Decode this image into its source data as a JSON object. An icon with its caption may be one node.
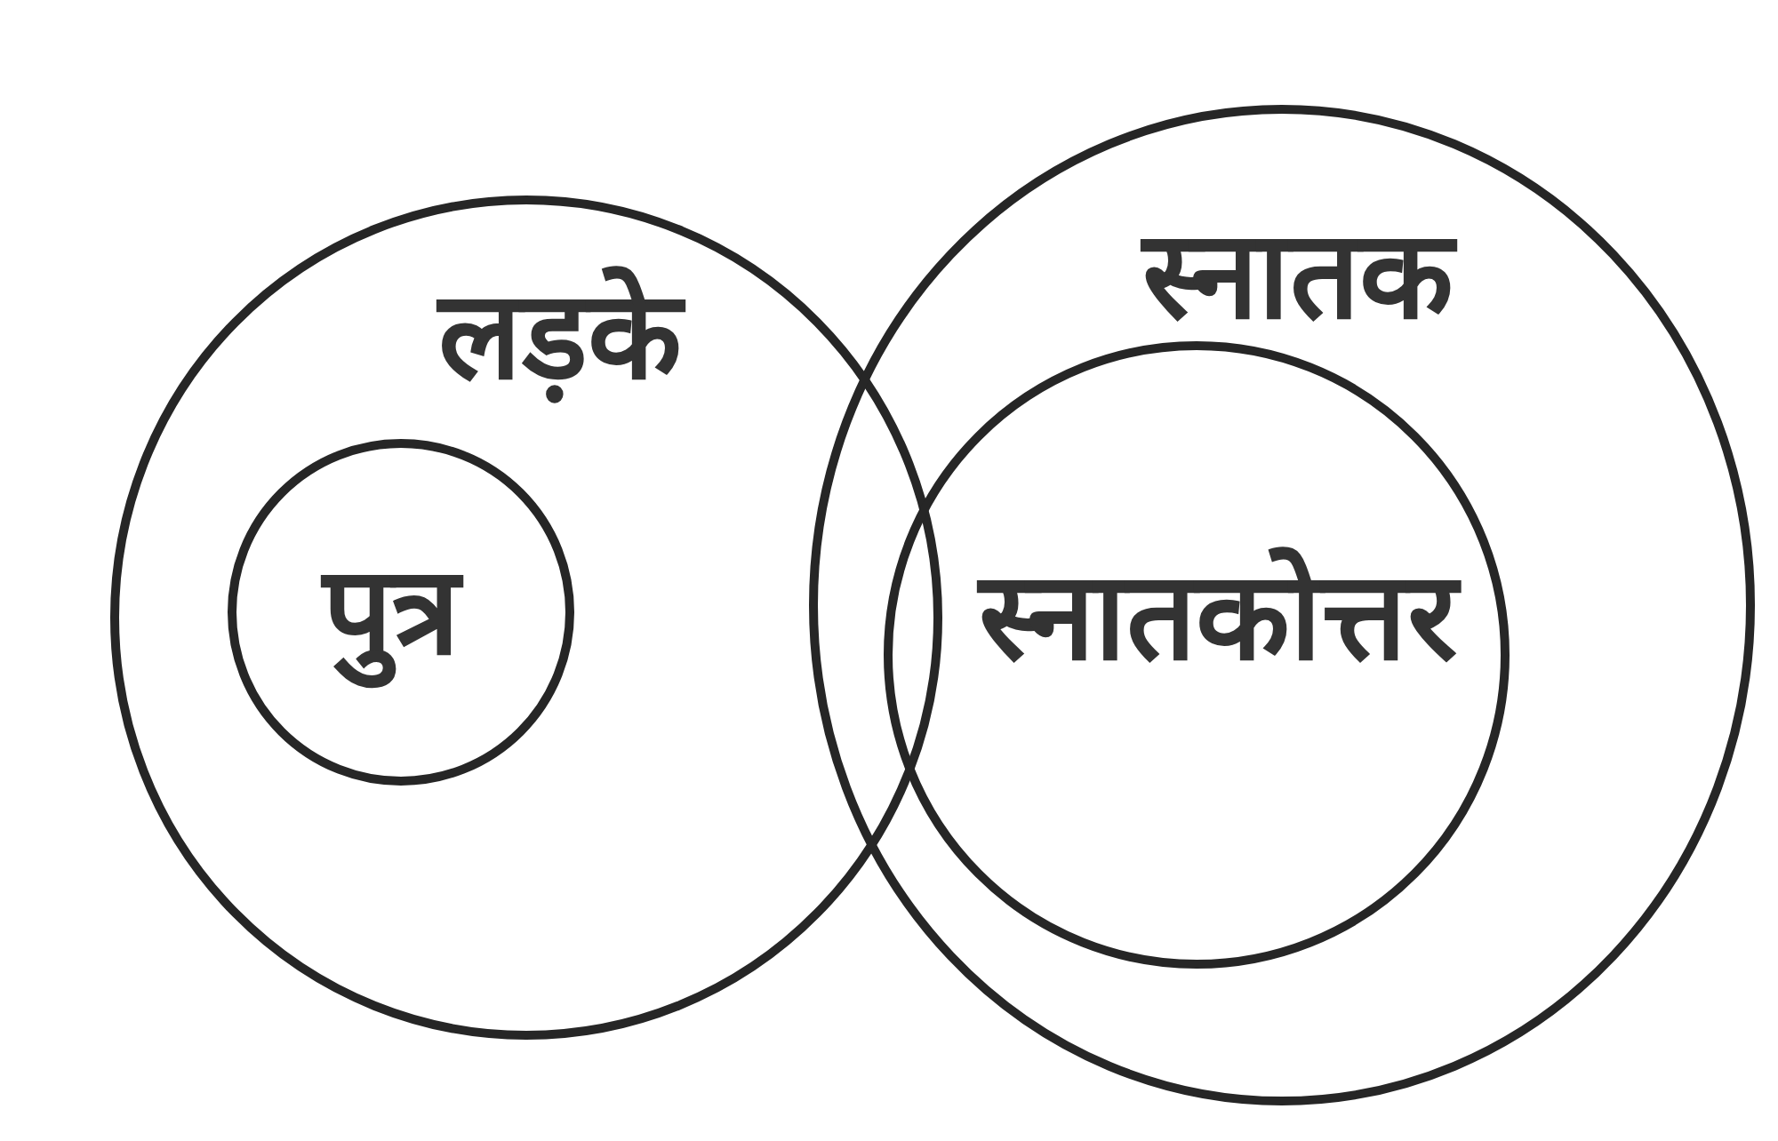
{
  "diagram": {
    "nodes": [
      {
        "text": [
          "लड़के"
        ]
      },
      {
        "text": [
          "पुत्र"
        ],
        "in": 0
      },
      {
        "text": [
          "स्नातक"
        ]
      },
      {
        "text": [
          "स्नातकोत्तर"
        ],
        "in": 2
      }
    ]
  }
}
